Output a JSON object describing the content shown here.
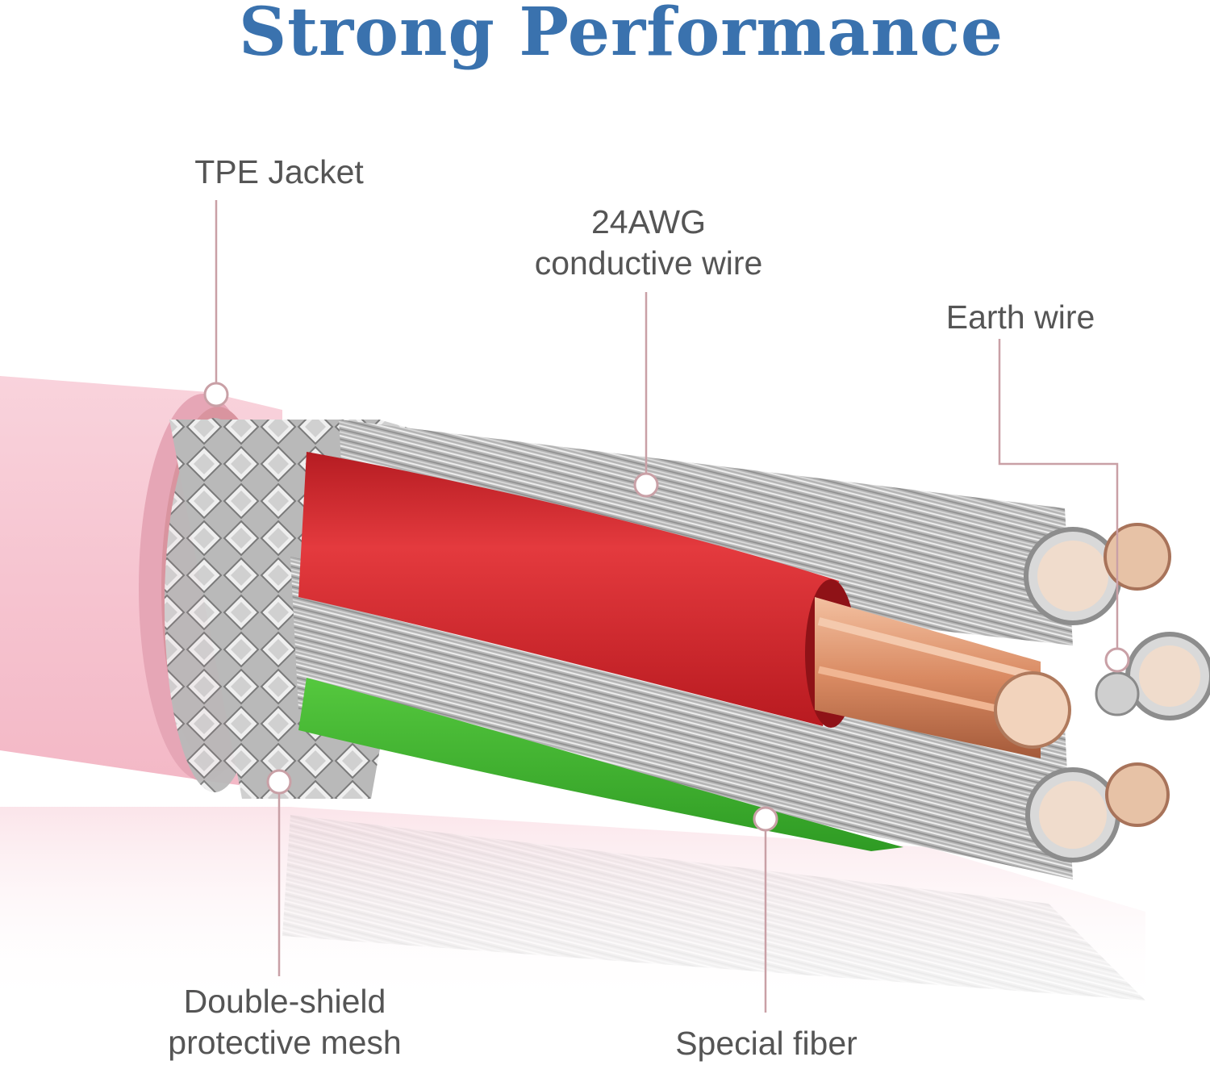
{
  "title": "Strong Performance",
  "labels": {
    "tpe_jacket": "TPE Jacket",
    "conductive_wire": [
      "24AWG",
      "conductive wire"
    ],
    "earth_wire": "Earth wire",
    "mesh": [
      "Double-shield",
      "protective mesh"
    ],
    "special_fiber": "Special fiber"
  },
  "colors": {
    "title": "#3a72ae",
    "label_text": "#555555",
    "leader_line": "#c9a0a6",
    "jacket": "#f6c6d2",
    "red_insulation": "#d8262c",
    "green_insulation": "#3fb42f",
    "copper": "#d9875f",
    "strand_silver": "#b8b8b8"
  }
}
